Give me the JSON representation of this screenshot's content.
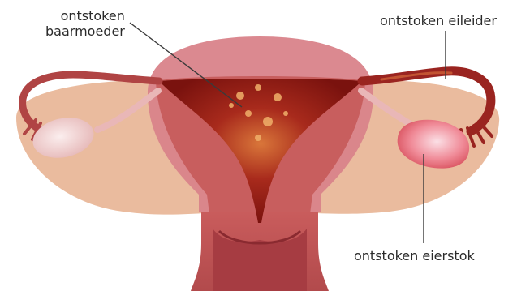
{
  "labels": {
    "uterus_line1": "ontstoken",
    "uterus_line2": "baarmoeder",
    "fallopian_tube": "ontstoken eileider",
    "ovary": "ontstoken eierstok"
  },
  "colors": {
    "skin": "#eabb9e",
    "skin_dark": "#d69e85",
    "uterus_wall": "#c85e5e",
    "uterus_body": "#b7474a",
    "inflamed": "#8e1b14",
    "inflamed_light": "#e89a6a",
    "tube": "#a84040",
    "ovary_healthy": "#f3d6d2",
    "ovary_inflamed": "#e86a78",
    "leader_line": "#3a3a3a"
  }
}
